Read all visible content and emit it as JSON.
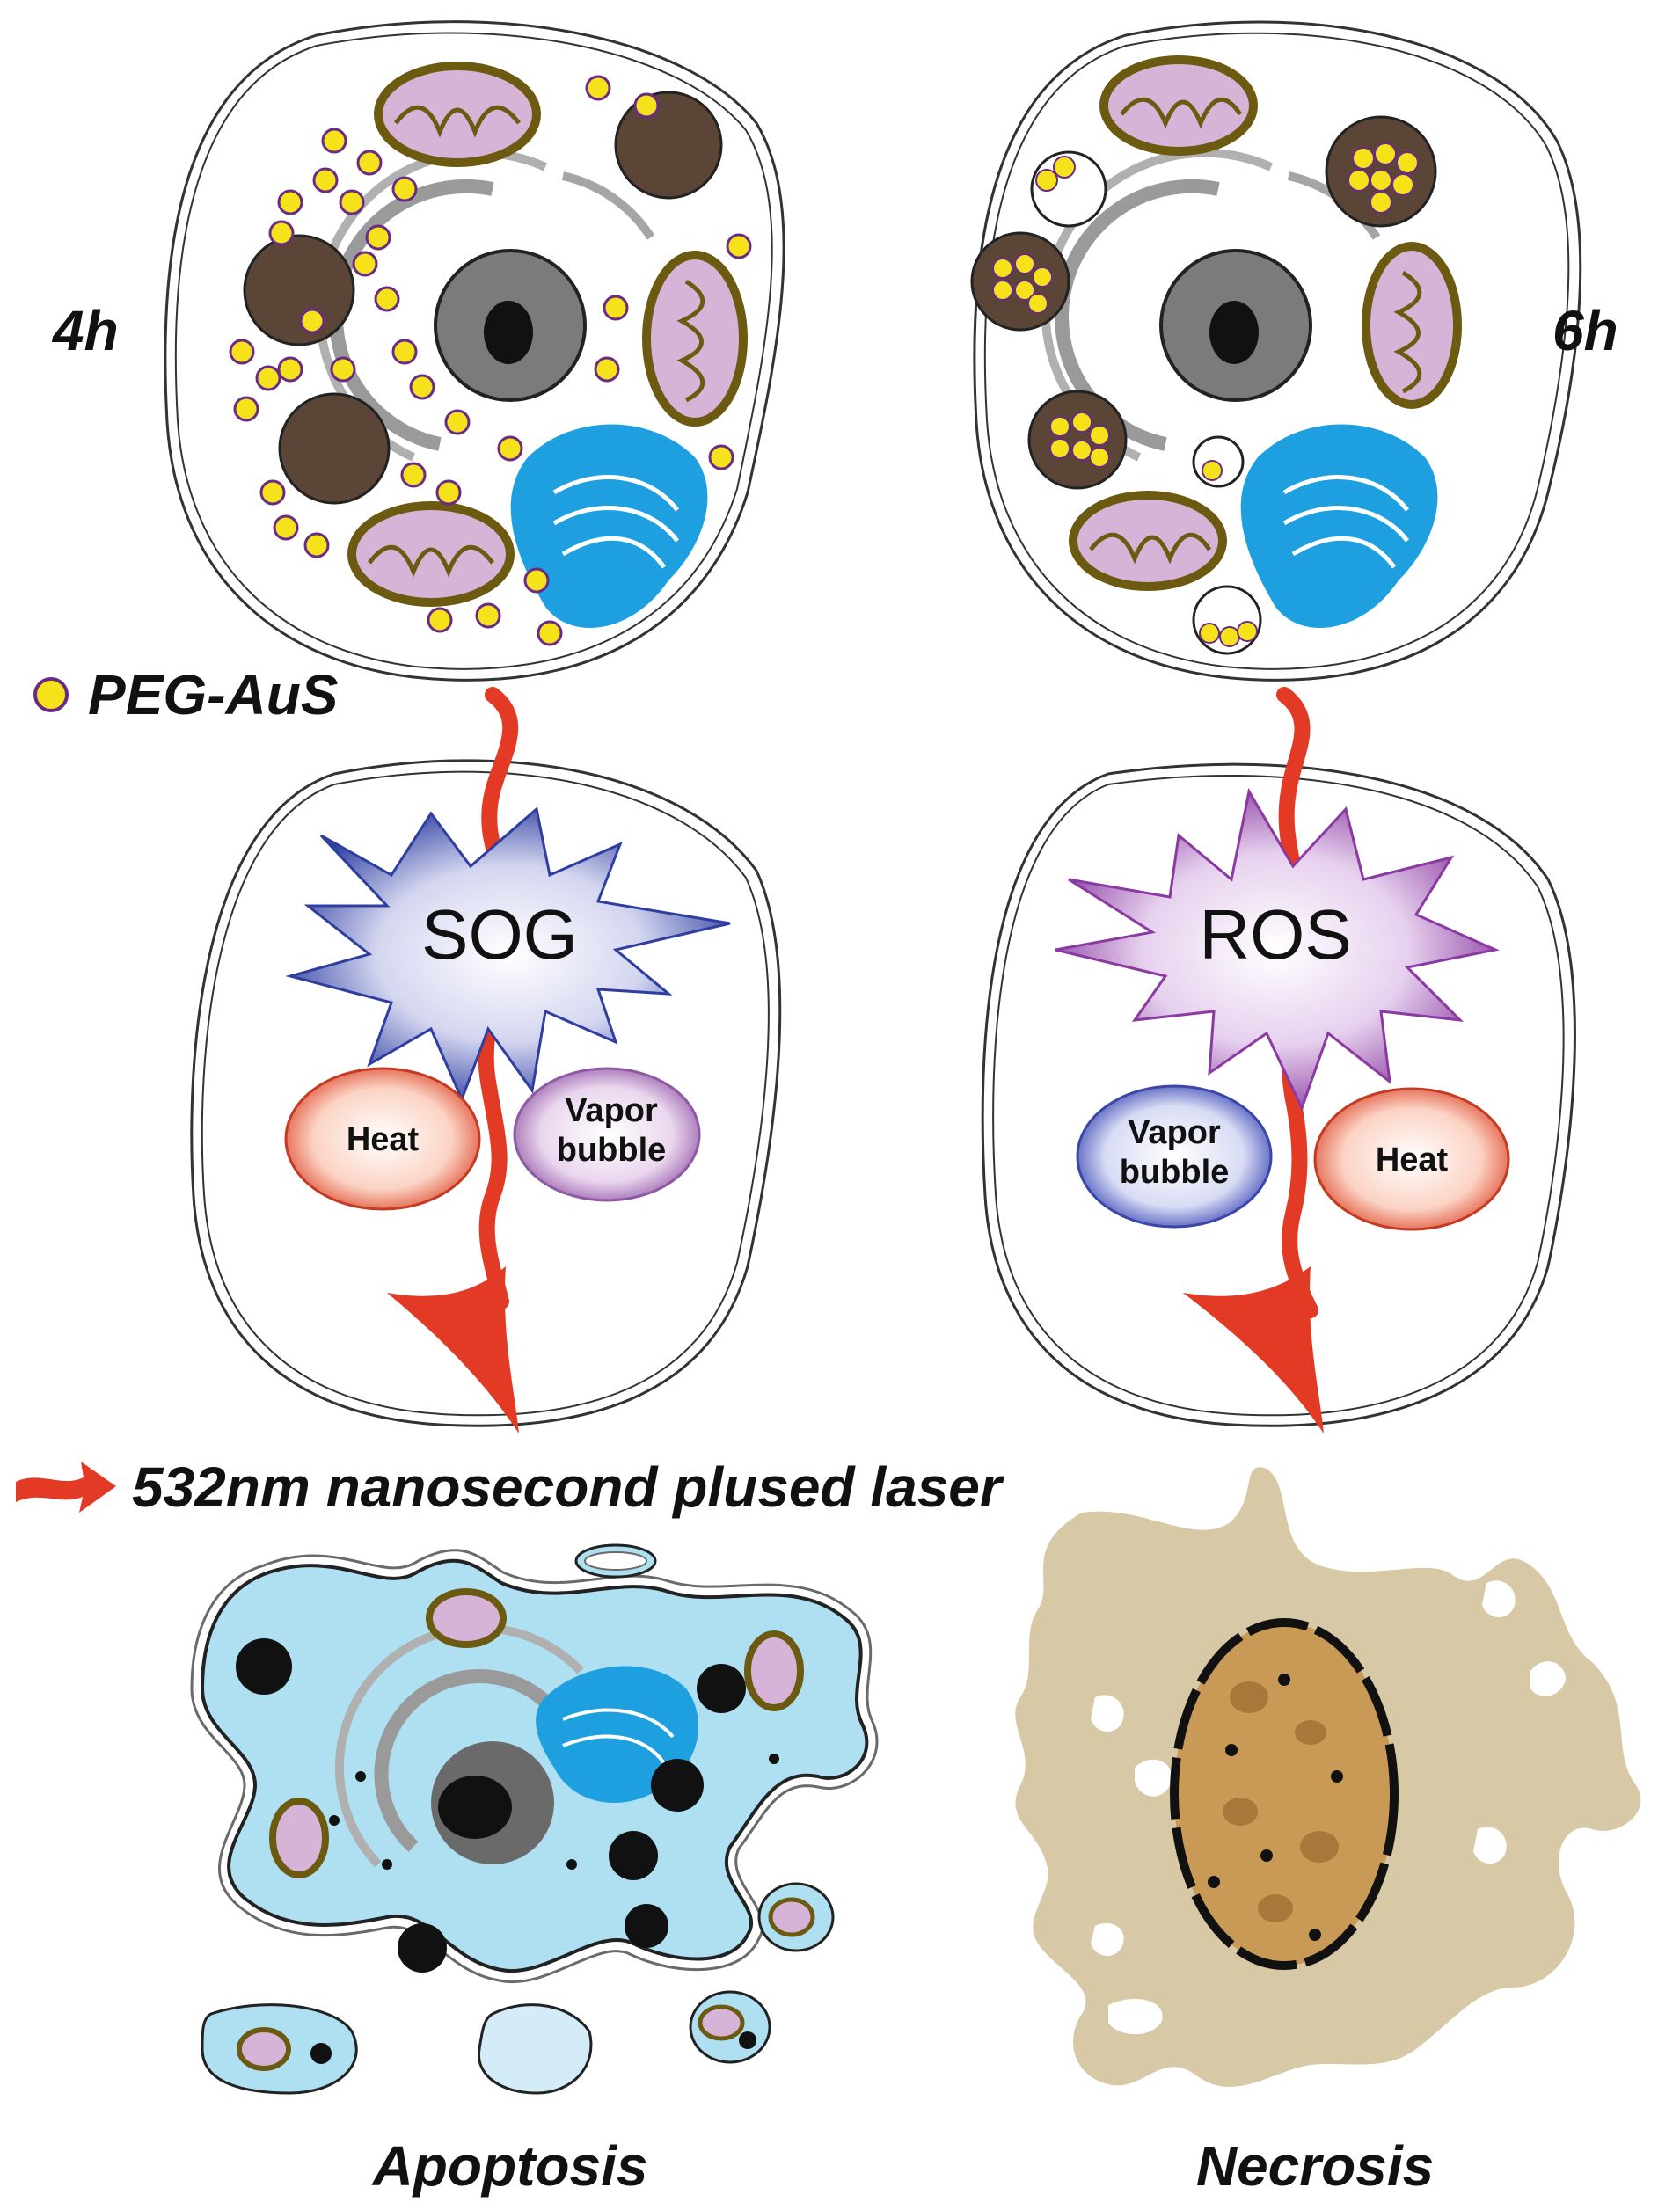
{
  "labels": {
    "time_4h": "4h",
    "time_6h": "6h",
    "legend_nanoparticle": "PEG-AuS",
    "burst_left": "SOG",
    "burst_right": "ROS",
    "heat_left": "Heat",
    "heat_right": "Heat",
    "vapor_left_line1": "Vapor",
    "vapor_left_line2": "bubble",
    "vapor_right_line1": "Vapor",
    "vapor_right_line2": "bubble",
    "laser_legend": "532nm nanosecond  plused laser",
    "outcome_left": "Apoptosis",
    "outcome_right": "Necrosis"
  },
  "colors": {
    "nanoparticle": "#f6e21a",
    "nanoparticle_edge": "#6a2b86",
    "mitochondria": "#d7b3d8",
    "mitochondria_edge": "#6b5a10",
    "lysosome": "#5a4536",
    "golgi": "#1ea0e0",
    "laser": "#e23a25",
    "sog_burst": "#2f3fa0",
    "ros_burst": "#8a3aa0",
    "apoptotic_cytoplasm": "#aee0f2",
    "necrotic_debris": "#d8c9a6",
    "necrotic_nucleus": "#c99a55"
  }
}
